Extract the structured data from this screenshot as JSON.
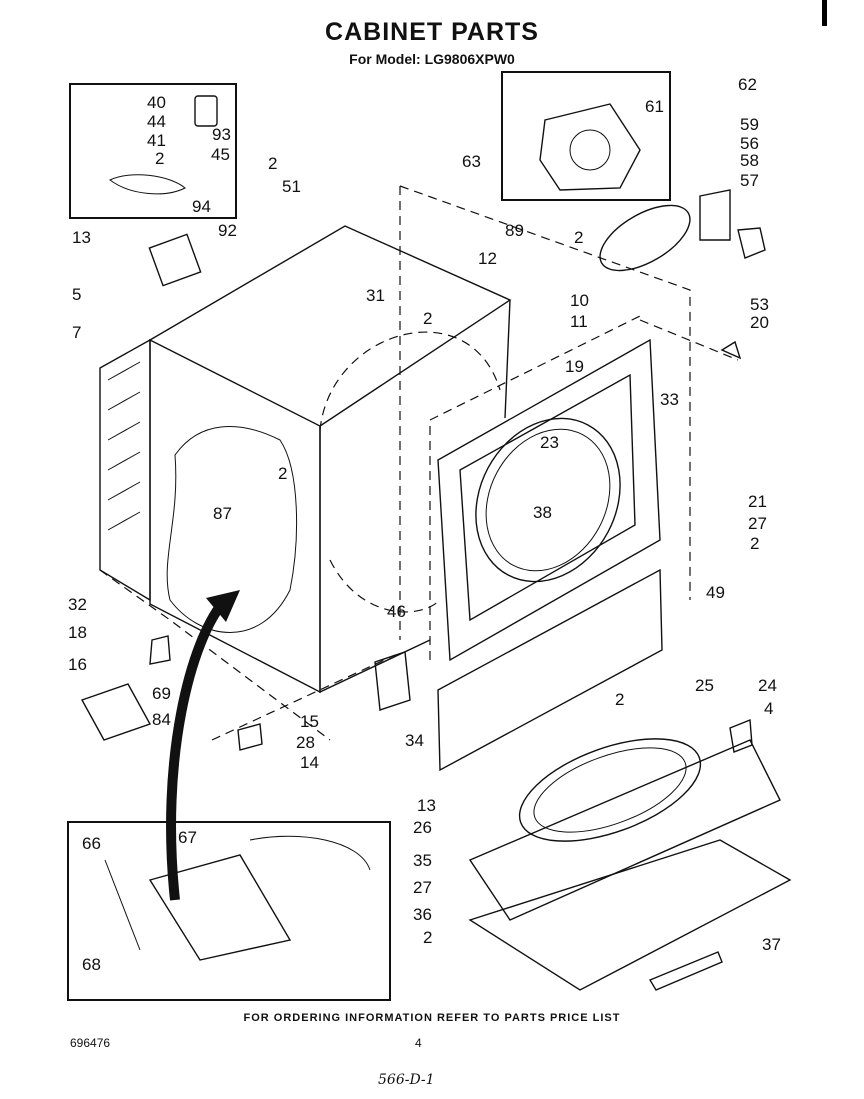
{
  "header": {
    "title": "CABINET PARTS",
    "subtitle": "For Model: LG9806XPW0"
  },
  "footer": {
    "instruction": "FOR ORDERING INFORMATION REFER TO PARTS PRICE LIST",
    "doc_number": "696476",
    "page_number": "4",
    "handwritten_note": "566-D-1"
  },
  "callouts": [
    {
      "id": "40",
      "text": "40"
    },
    {
      "id": "44",
      "text": "44"
    },
    {
      "id": "41",
      "text": "41"
    },
    {
      "id": "2a",
      "text": "2"
    },
    {
      "id": "45",
      "text": "45"
    },
    {
      "id": "93",
      "text": "93"
    },
    {
      "id": "94",
      "text": "94"
    },
    {
      "id": "2b",
      "text": "2"
    },
    {
      "id": "51",
      "text": "51"
    },
    {
      "id": "13a",
      "text": "13"
    },
    {
      "id": "92",
      "text": "92"
    },
    {
      "id": "5",
      "text": "5"
    },
    {
      "id": "7",
      "text": "7"
    },
    {
      "id": "31",
      "text": "31"
    },
    {
      "id": "62",
      "text": "62"
    },
    {
      "id": "61",
      "text": "61"
    },
    {
      "id": "63",
      "text": "63"
    },
    {
      "id": "59",
      "text": "59"
    },
    {
      "id": "56",
      "text": "56"
    },
    {
      "id": "58",
      "text": "58"
    },
    {
      "id": "57",
      "text": "57"
    },
    {
      "id": "89",
      "text": "89"
    },
    {
      "id": "2c",
      "text": "2"
    },
    {
      "id": "12",
      "text": "12"
    },
    {
      "id": "10",
      "text": "10"
    },
    {
      "id": "2d",
      "text": "2"
    },
    {
      "id": "11",
      "text": "11"
    },
    {
      "id": "53",
      "text": "53"
    },
    {
      "id": "20",
      "text": "20"
    },
    {
      "id": "19",
      "text": "19"
    },
    {
      "id": "33",
      "text": "33"
    },
    {
      "id": "23",
      "text": "23"
    },
    {
      "id": "2e",
      "text": "2"
    },
    {
      "id": "87",
      "text": "87"
    },
    {
      "id": "38",
      "text": "38"
    },
    {
      "id": "21",
      "text": "21"
    },
    {
      "id": "27a",
      "text": "27"
    },
    {
      "id": "2f",
      "text": "2"
    },
    {
      "id": "32",
      "text": "32"
    },
    {
      "id": "18",
      "text": "18"
    },
    {
      "id": "46",
      "text": "46"
    },
    {
      "id": "49",
      "text": "49"
    },
    {
      "id": "16",
      "text": "16"
    },
    {
      "id": "69",
      "text": "69"
    },
    {
      "id": "84",
      "text": "84"
    },
    {
      "id": "15",
      "text": "15"
    },
    {
      "id": "28",
      "text": "28"
    },
    {
      "id": "14",
      "text": "14"
    },
    {
      "id": "34",
      "text": "34"
    },
    {
      "id": "2g",
      "text": "2"
    },
    {
      "id": "25",
      "text": "25"
    },
    {
      "id": "24",
      "text": "24"
    },
    {
      "id": "4",
      "text": "4"
    },
    {
      "id": "13b",
      "text": "13"
    },
    {
      "id": "26",
      "text": "26"
    },
    {
      "id": "35",
      "text": "35"
    },
    {
      "id": "27b",
      "text": "27"
    },
    {
      "id": "36",
      "text": "36"
    },
    {
      "id": "2h",
      "text": "2"
    },
    {
      "id": "37",
      "text": "37"
    },
    {
      "id": "66",
      "text": "66"
    },
    {
      "id": "67",
      "text": "67"
    },
    {
      "id": "68",
      "text": "68"
    }
  ]
}
